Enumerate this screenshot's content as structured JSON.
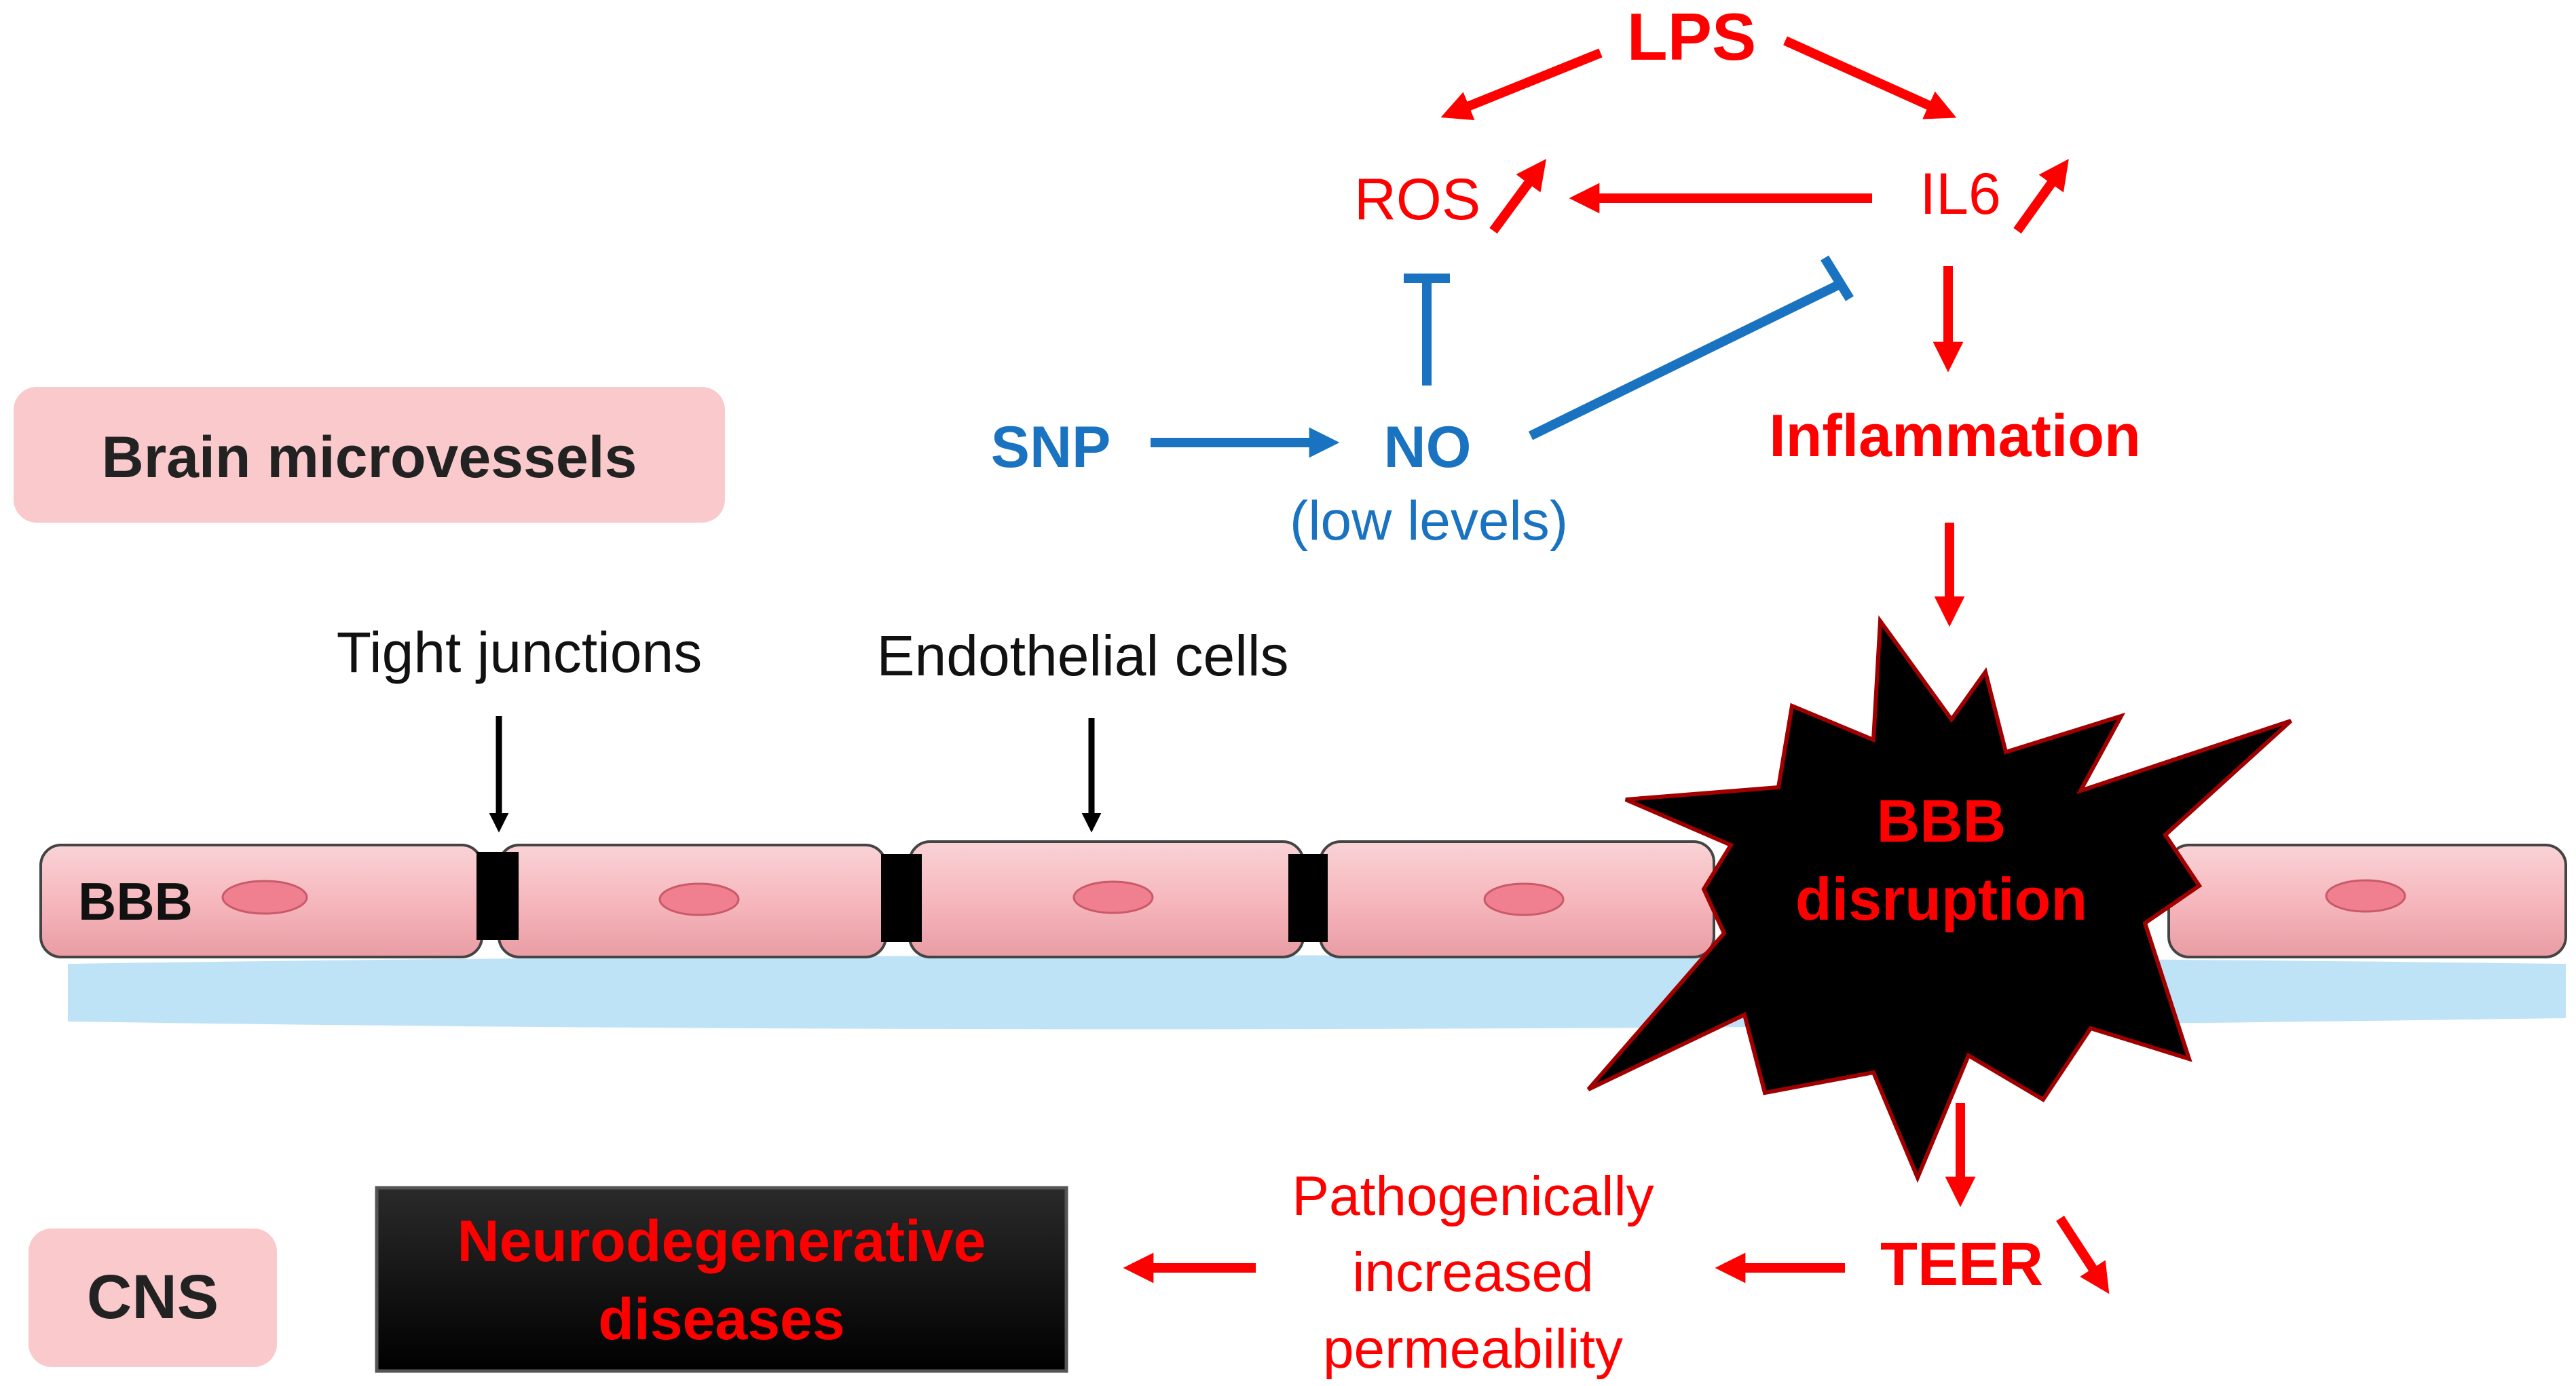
{
  "colors": {
    "red": "#ff0000",
    "blue": "#1a73c0",
    "black": "#000000",
    "label_bg": "#f9c9cc",
    "cell_fill": "#f6b8bd",
    "nucleus": "#f07f8f",
    "basement": "#bfe3f6",
    "dark_text": "#222222"
  },
  "labels": {
    "brain_microvessels": "Brain microvessels",
    "cns": "CNS",
    "tight_junctions": "Tight junctions",
    "endothelial_cells": "Endothelial  cells",
    "bbb": "BBB"
  },
  "pathway": {
    "lps": "LPS",
    "ros": "ROS",
    "il6": "IL6",
    "snp": "SNP",
    "no": "NO",
    "no_sub": "(low levels)",
    "inflammation": "Inflammation",
    "bbb_disruption_line1": "BBB",
    "bbb_disruption_line2": "disruption",
    "teer": "TEER",
    "permeability_line1": "Pathogenically",
    "permeability_line2": "increased",
    "permeability_line3": "permeability",
    "neuro_line1": "Neurodegenerative",
    "neuro_line2": "diseases"
  }
}
